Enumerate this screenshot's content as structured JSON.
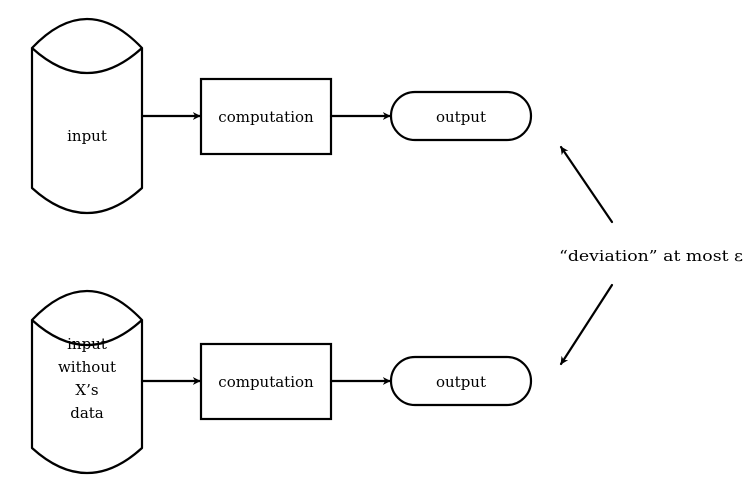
{
  "top_flow": {
    "input_lines": [
      "input"
    ],
    "computation": "computation",
    "output": "output"
  },
  "bottom_flow": {
    "input_lines": [
      "input",
      "without",
      "X’s",
      "data"
    ],
    "computation": "computation",
    "output": "output"
  },
  "comparison_label": "“deviation” at most ε"
}
